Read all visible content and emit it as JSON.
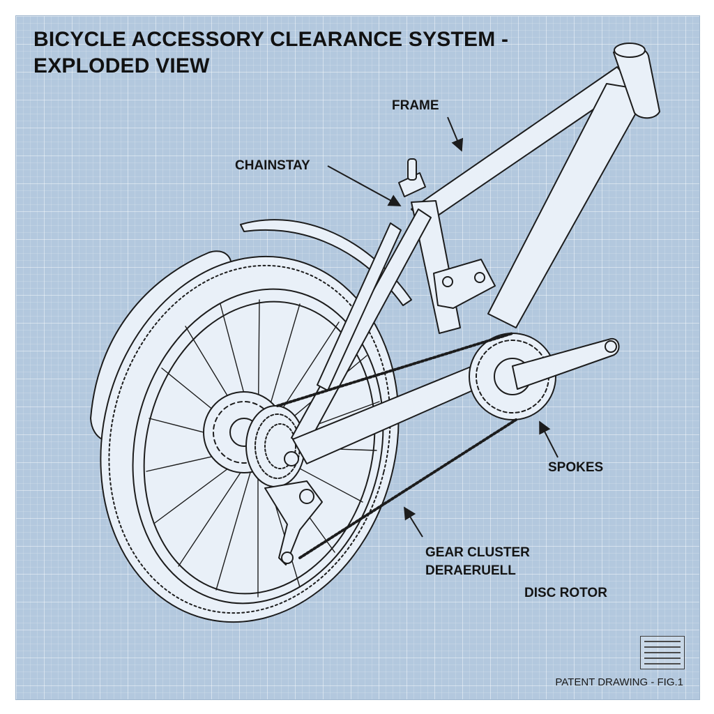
{
  "title": {
    "line1": "BICYCLE ACCESSORY CLEARANCE SYSTEM -",
    "line2": "EXPLODED VIEW"
  },
  "callouts": {
    "frame": "FRAME",
    "chainstay": "CHAINSTAY",
    "spokes": "SPOKES",
    "gear_cluster": "GEAR CLUSTER",
    "derailleur": "DERAERUELL",
    "disc_rotor": "DISC ROTOR"
  },
  "footer": "PATENT DRAWING - FIG.1",
  "colors": {
    "background": "#b3c8de",
    "line": "#1c1c1c",
    "part_fill": "#e9f0f8"
  }
}
